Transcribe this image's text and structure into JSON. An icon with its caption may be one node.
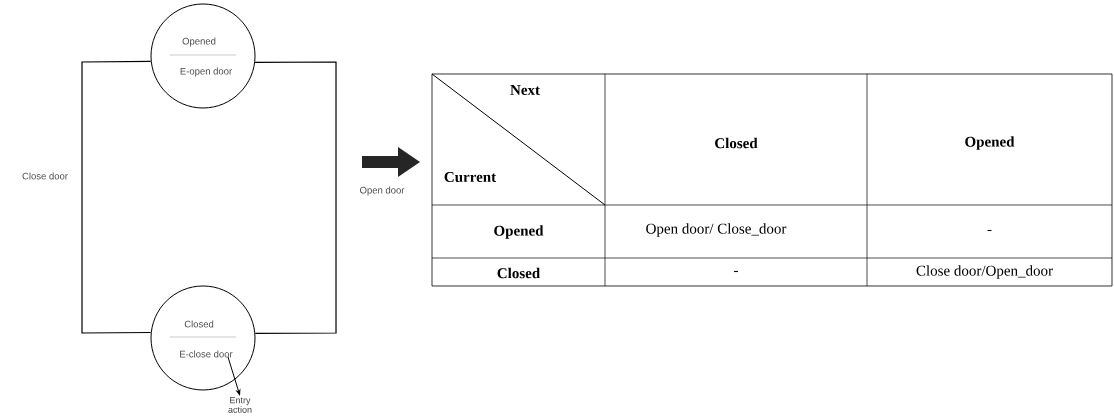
{
  "diagram": {
    "nodes": [
      {
        "text": [
          "Opened",
          "E-open door"
        ]
      },
      {
        "text": [
          "Closed",
          "E-close door"
        ]
      },
      {
        "text": [
          "Entry action"
        ]
      }
    ],
    "edges": [
      {
        "from": 0,
        "to": 1,
        "arrow": "none",
        "label": "Close door"
      },
      {
        "from": 1,
        "to": 0,
        "arrow": "none",
        "label": "Open door"
      },
      {
        "from": 1,
        "to": 2,
        "arrow": "to"
      }
    ],
    "labels": [
      "Next",
      "Current",
      "Closed",
      "Opened",
      "Opened",
      "Open door/ Close_door",
      "-",
      "Closed",
      "-",
      "Close door/Open_door"
    ]
  }
}
